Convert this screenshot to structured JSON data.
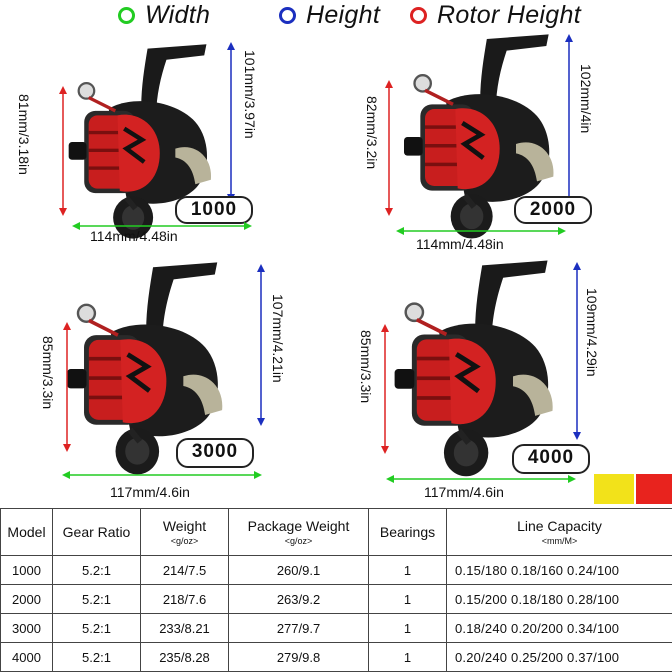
{
  "legend": [
    {
      "label": "Width",
      "color": "#22cc22"
    },
    {
      "label": "Height",
      "color": "#1b2fbf"
    },
    {
      "label": "Rotor Height",
      "color": "#dd2222"
    }
  ],
  "reels": [
    {
      "size": "1000",
      "width": "114mm/4.48in",
      "height": "101mm/3.97in",
      "rotor_height": "81mm/3.18in"
    },
    {
      "size": "2000",
      "width": "114mm/4.48in",
      "height": "102mm/4in",
      "rotor_height": "82mm/3.2in"
    },
    {
      "size": "3000",
      "width": "117mm/4.6in",
      "height": "107mm/4.21in",
      "rotor_height": "85mm/3.3in"
    },
    {
      "size": "4000",
      "width": "117mm/4.6in",
      "height": "109mm/4.29in",
      "rotor_height": "85mm/3.3in"
    }
  ],
  "color_swatches": [
    "#f2e21a",
    "#e8231e"
  ],
  "table": {
    "headers": {
      "model": "Model",
      "gear_ratio": "Gear Ratio",
      "weight": "Weight",
      "weight_unit": "<g/oz>",
      "package_weight": "Package Weight",
      "package_weight_unit": "<g/oz>",
      "bearings": "Bearings",
      "line_capacity": "Line Capacity",
      "line_capacity_unit": "<mm/M>"
    },
    "rows": [
      {
        "model": "1000",
        "gear_ratio": "5.2:1",
        "weight": "214/7.5",
        "package_weight": "260/9.1",
        "bearings": "1",
        "line_capacity": "0.15/180  0.18/160  0.24/100"
      },
      {
        "model": "2000",
        "gear_ratio": "5.2:1",
        "weight": "218/7.6",
        "package_weight": "263/9.2",
        "bearings": "1",
        "line_capacity": "0.15/200  0.18/180  0.28/100"
      },
      {
        "model": "3000",
        "gear_ratio": "5.2:1",
        "weight": "233/8.21",
        "package_weight": "277/9.7",
        "bearings": "1",
        "line_capacity": "0.18/240  0.20/200  0.34/100"
      },
      {
        "model": "4000",
        "gear_ratio": "5.2:1",
        "weight": "235/8.28",
        "package_weight": "279/9.8",
        "bearings": "1",
        "line_capacity": "0.20/240  0.25/200  0.37/100"
      }
    ]
  }
}
